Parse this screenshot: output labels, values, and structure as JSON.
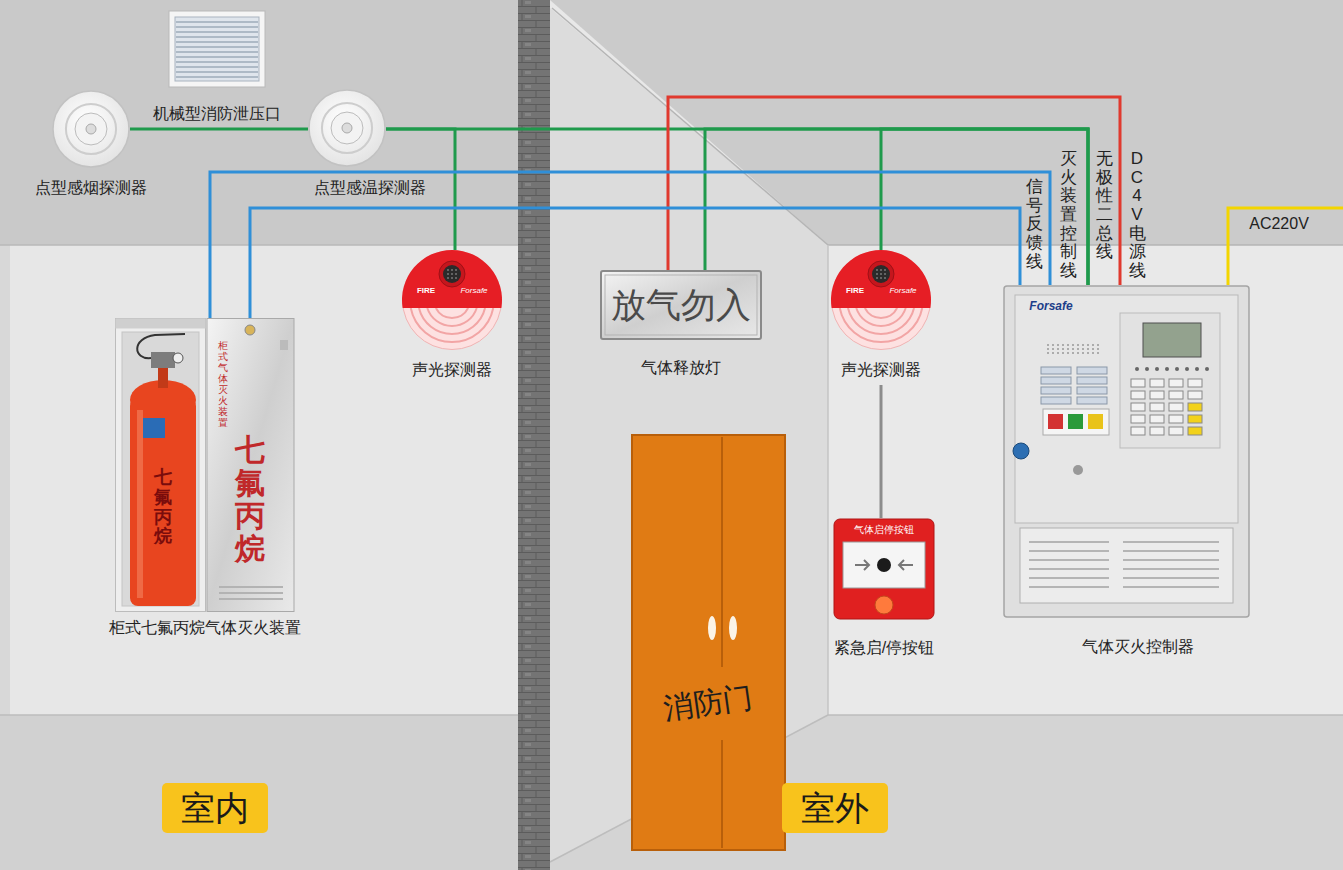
{
  "diagram": {
    "nodes": [
      {
        "text": [
          "点型感烟探测器"
        ]
      },
      {
        "text": [
          "机械型消防泄压口"
        ]
      },
      {
        "text": [
          "点型感温探测器"
        ]
      },
      {
        "text": [
          "声光探测器",
          "FIRE",
          "Forsafe"
        ]
      },
      {
        "text": [
          "柜式七氟丙烷气体灭火装置",
          "七氟丙烷",
          "柜式气体灭火装置",
          "七氟丙烷"
        ]
      },
      {
        "text": [
          "室内"
        ]
      },
      {
        "text": [
          "放气勿入",
          "气体释放灯"
        ]
      },
      {
        "text": [
          "消防门"
        ]
      },
      {
        "text": [
          "声光探测器",
          "FIRE",
          "Forsafe"
        ]
      },
      {
        "text": [
          "紧急启/停按钮",
          "气体启停按钮"
        ]
      },
      {
        "text": [
          "气体灭火控制器",
          "Forsafe"
        ]
      },
      {
        "text": [
          "室外"
        ]
      }
    ],
    "edges": [
      {
        "from": 0,
        "to": 2,
        "arrow": "none"
      },
      {
        "from": 2,
        "to": 3,
        "arrow": "none"
      },
      {
        "from": 2,
        "to": 10,
        "arrow": "none"
      },
      {
        "from": 10,
        "to": 6,
        "arrow": "none"
      },
      {
        "from": 10,
        "to": 8,
        "arrow": "none"
      },
      {
        "from": 10,
        "to": 6,
        "arrow": "none"
      },
      {
        "from": 4,
        "to": 10,
        "arrow": "none"
      },
      {
        "from": 4,
        "to": 10,
        "arrow": "none"
      },
      {
        "from": 8,
        "to": 9,
        "arrow": "none"
      }
    ],
    "labels": [
      "信号反馈线",
      "灭火装置控制线",
      "无极性二总线",
      "DC4V电源线",
      "AC220V"
    ]
  }
}
